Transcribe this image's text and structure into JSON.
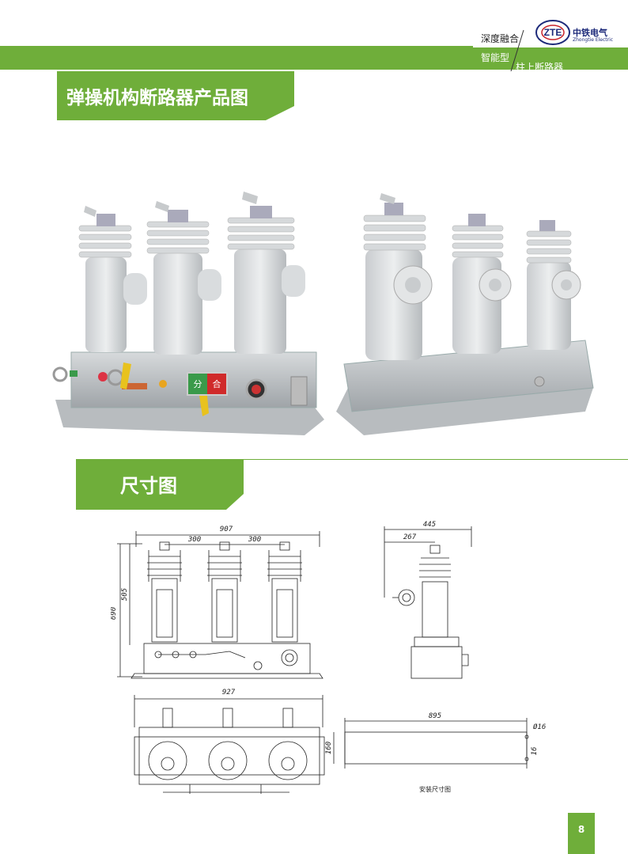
{
  "header": {
    "slogan_line1": "深度融合",
    "slogan_line2": "智能型",
    "slogan_line3": "柱上断路器",
    "logo_cn": "中铁电气",
    "logo_en": "Zhongtie Electric",
    "logo_letters": "ZTE",
    "brand_color": "#6fae3a",
    "logo_color": "#1d2a7a"
  },
  "section1": {
    "title": "弹操机构断路器产品图"
  },
  "section2": {
    "title": "尺寸图"
  },
  "drawing": {
    "front_width": "907",
    "pitch_left": "300",
    "pitch_right": "300",
    "height_total": "690",
    "height_upper": "505",
    "side_total": "445",
    "side_partial": "267",
    "bottom_width": "927",
    "mount_length": "895",
    "mount_hole": "Ø16",
    "mount_height": "160",
    "mount_small": "16",
    "mount_caption": "安装尺寸图"
  },
  "panel_labels": {
    "open": "分",
    "close": "合"
  },
  "page": {
    "number": "8"
  }
}
